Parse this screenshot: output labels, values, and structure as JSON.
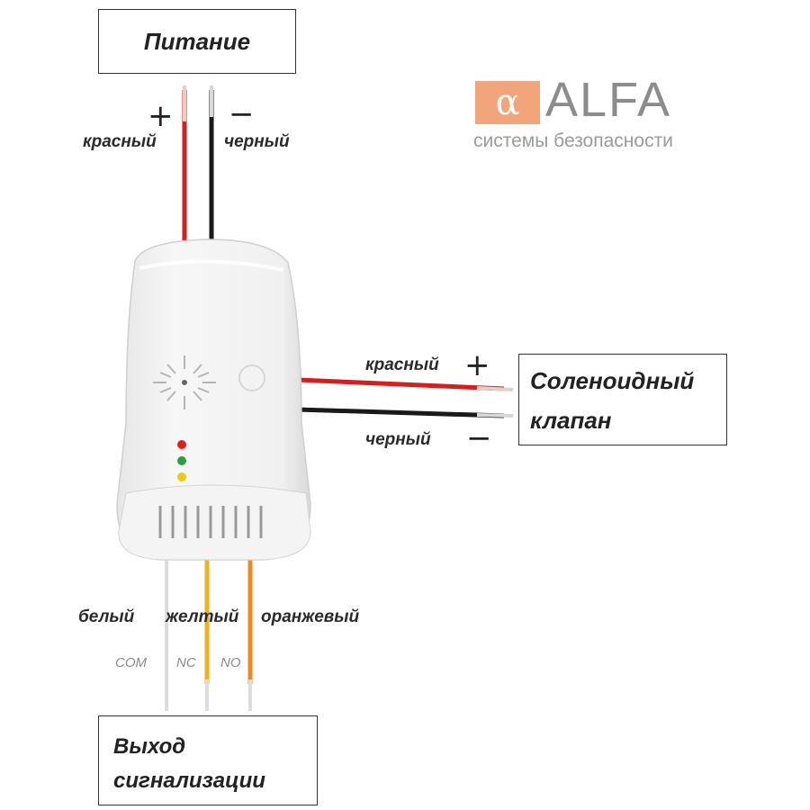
{
  "power_box": {
    "title": "Питание"
  },
  "power_wires": {
    "plus_sign": "+",
    "minus_sign": "−",
    "red_label": "красный",
    "black_label": "черный",
    "red_color": "#d22020",
    "black_color": "#1a1a1a"
  },
  "logo": {
    "mark": "α",
    "name": "ALFA",
    "tagline": "системы безопасности",
    "mark_color": "#f2a47a",
    "text_color": "#8c8c8c"
  },
  "valve_box": {
    "line1": "Соленоидный",
    "line2": "клапан"
  },
  "valve_wires": {
    "red_label": "красный",
    "black_label": "черный",
    "plus_sign": "+",
    "minus_sign": "−"
  },
  "output_wires": {
    "white_label": "белый",
    "yellow_label": "желтый",
    "orange_label": "оранжевый",
    "com": "COM",
    "nc": "NC",
    "no": "NO",
    "white_color": "#d8d8d8",
    "yellow_color": "#f0b020",
    "orange_color": "#f08a20"
  },
  "output_box": {
    "line1": "Выход",
    "line2": "сигнализации"
  },
  "device": {
    "led_colors": [
      "#e02020",
      "#2aa040",
      "#e8c820"
    ],
    "body_color": "#f2f2f2"
  }
}
